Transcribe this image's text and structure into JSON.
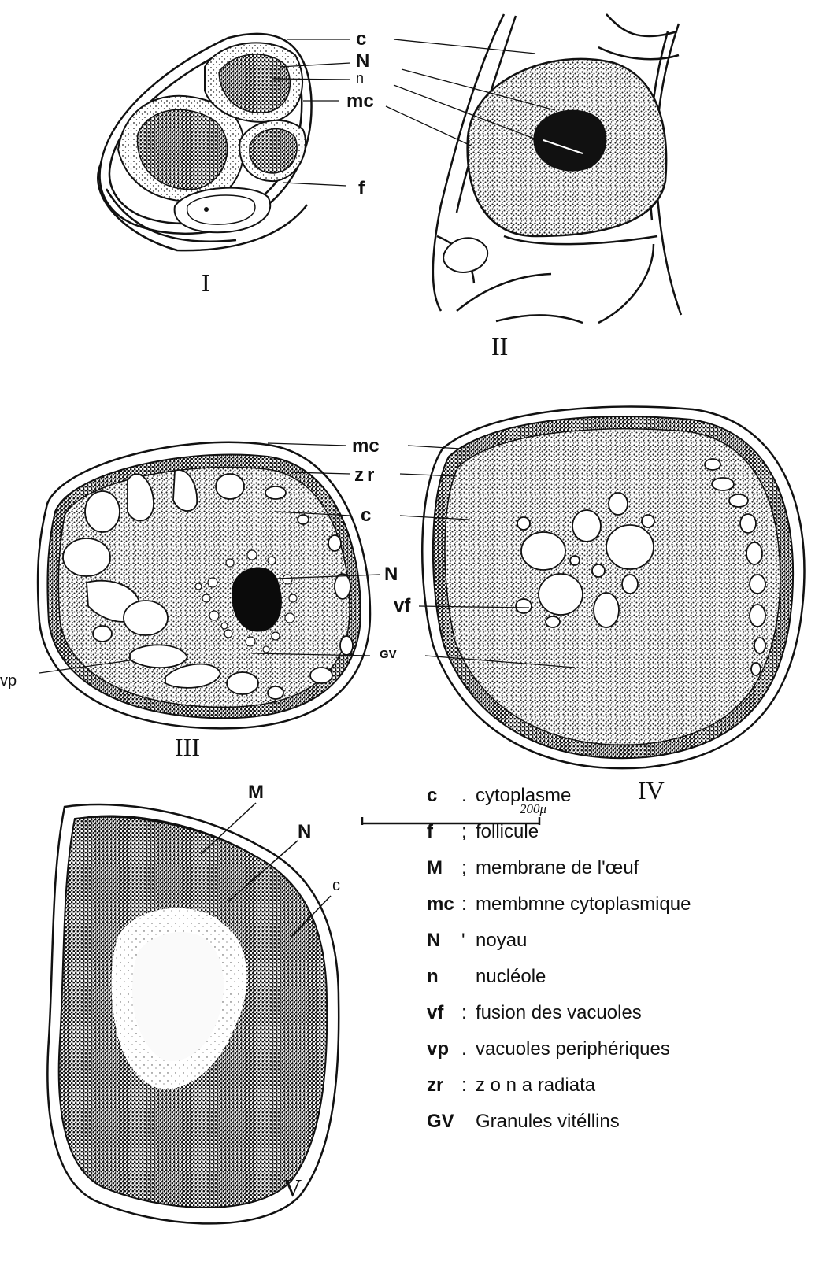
{
  "colors": {
    "ink": "#111111",
    "paper": "#ffffff",
    "stipple": "#3a3a3a"
  },
  "panels": [
    {
      "id": "I",
      "numeral": "I"
    },
    {
      "id": "II",
      "numeral": "II"
    },
    {
      "id": "III",
      "numeral": "III"
    },
    {
      "id": "IV",
      "numeral": "IV"
    },
    {
      "id": "V",
      "numeral": "V"
    }
  ],
  "labels": {
    "top_c": "c",
    "top_N": "N",
    "top_n": "n",
    "top_mc": "mc",
    "top_f": "f",
    "mid_mc": "mc",
    "mid_zr": "zr",
    "mid_c": "c",
    "mid_N": "N",
    "mid_vf": "vf",
    "mid_gv": "GV",
    "mid_vp": "vp",
    "bot_M": "M",
    "bot_N": "N",
    "bot_c": "c"
  },
  "scale_bar": {
    "label": "200μ"
  },
  "legend": [
    {
      "abbr": "c",
      "sep": ".",
      "desc": "cytoplasme"
    },
    {
      "abbr": "f",
      "sep": ";",
      "desc": "follicule"
    },
    {
      "abbr": "M",
      "sep": ";",
      "desc": "membrane de l'œuf"
    },
    {
      "abbr": "mc",
      "sep": ":",
      "desc": "membmne cytoplasmique"
    },
    {
      "abbr": "N",
      "sep": "'",
      "desc": "noyau"
    },
    {
      "abbr": "n",
      "sep": "",
      "desc": "nucléole"
    },
    {
      "abbr": "vf",
      "sep": ":",
      "desc": "fusion des vacuoles"
    },
    {
      "abbr": "vp",
      "sep": ".",
      "desc": "vacuoles periphériques"
    },
    {
      "abbr": "zr",
      "sep": ":",
      "desc": "z o n a radiata"
    },
    {
      "abbr": "GV",
      "sep": "",
      "desc": "Granules vitéllins"
    }
  ]
}
